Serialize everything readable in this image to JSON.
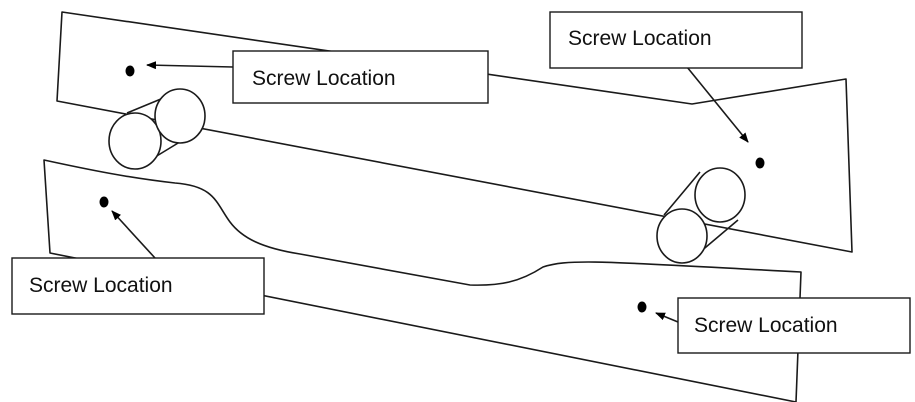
{
  "diagram": {
    "labels": {
      "screw_location_top_left": "Screw Location",
      "screw_location_top_right": "Screw Location",
      "screw_location_bottom_left": "Screw Location",
      "screw_location_bottom_right": "Screw Location"
    }
  }
}
